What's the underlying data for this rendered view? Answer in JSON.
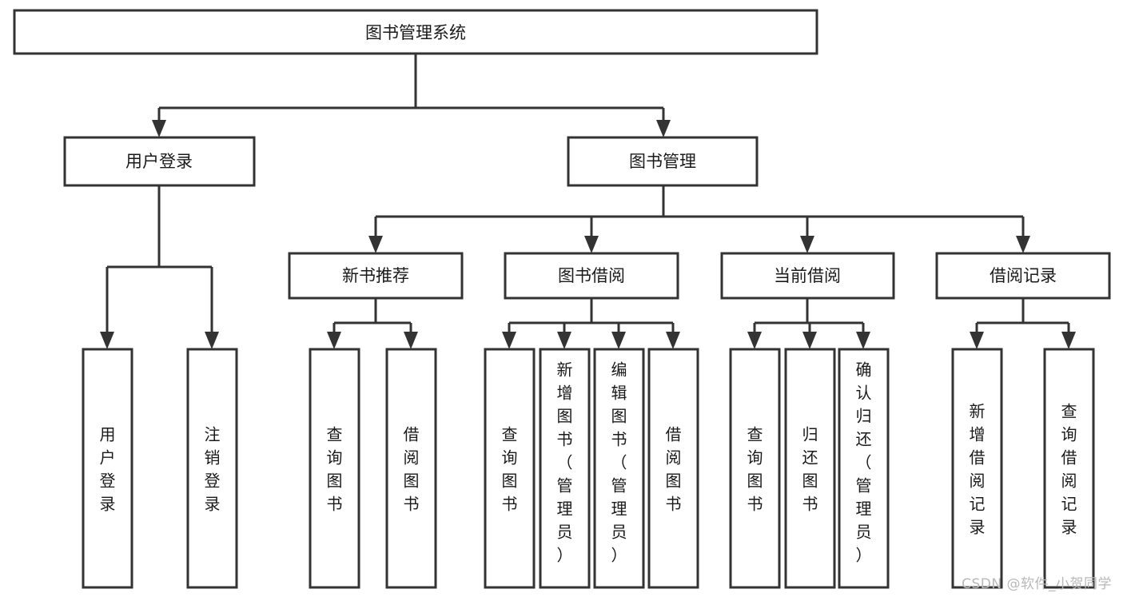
{
  "diagram": {
    "type": "tree",
    "title": "图书管理系统",
    "orientation": "top-down",
    "colors": {
      "box_stroke": "#333333",
      "box_fill": "#ffffff",
      "text": "#1a1a1a",
      "background": "#ffffff",
      "watermark": "#b8b8b8"
    },
    "nodes": {
      "root": {
        "label": "图书管理系统"
      },
      "level1": [
        {
          "label": "用户登录"
        },
        {
          "label": "图书管理"
        }
      ],
      "level2": [
        {
          "label": "新书推荐"
        },
        {
          "label": "图书借阅"
        },
        {
          "label": "当前借阅"
        },
        {
          "label": "借阅记录"
        }
      ],
      "leaves_user_login": [
        {
          "label": "用户登录"
        },
        {
          "label": "注销登录"
        }
      ],
      "leaves_new_book": [
        {
          "label": "查询图书"
        },
        {
          "label": "借阅图书"
        }
      ],
      "leaves_borrow": [
        {
          "label": "查询图书"
        },
        {
          "label": "新增图书（管理员）"
        },
        {
          "label": "编辑图书（管理员）"
        },
        {
          "label": "借阅图书"
        }
      ],
      "leaves_current": [
        {
          "label": "查询图书"
        },
        {
          "label": "归还图书"
        },
        {
          "label": "确认归还（管理员）"
        }
      ],
      "leaves_records": [
        {
          "label": "新增借阅记录"
        },
        {
          "label": "查询借阅记录"
        }
      ]
    }
  },
  "watermark": {
    "text": "CSDN @软件_小贺同学"
  }
}
